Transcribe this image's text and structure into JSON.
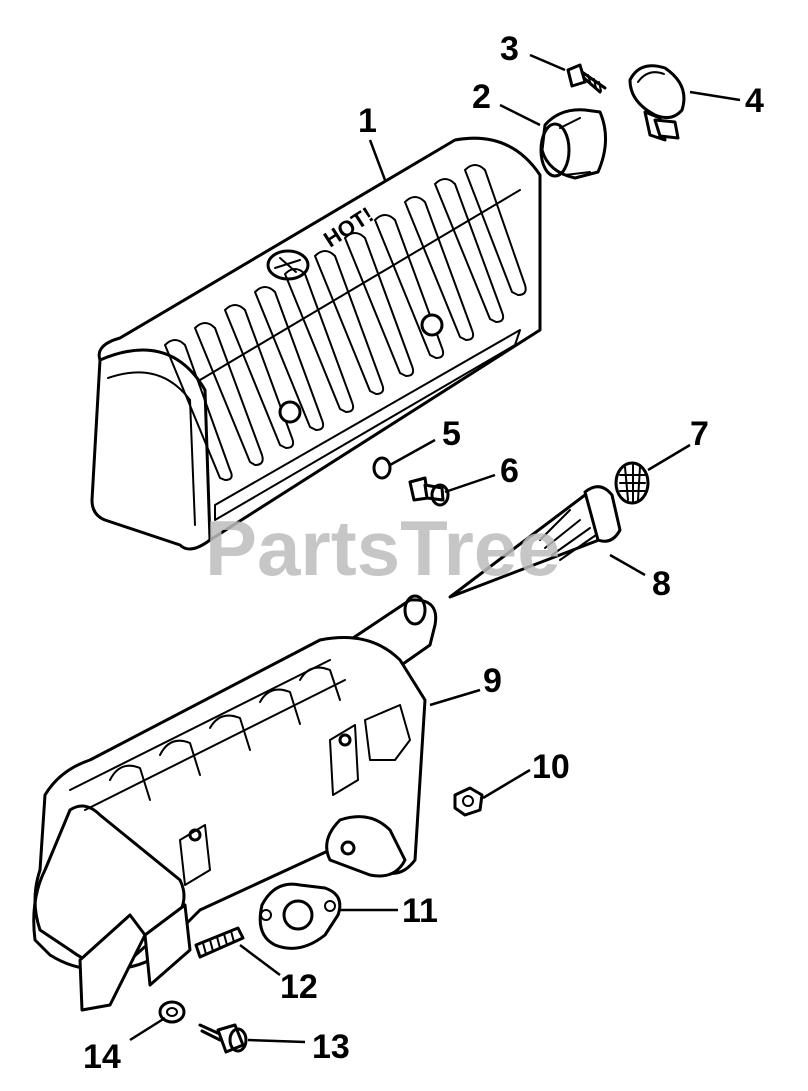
{
  "watermark": "PartsTree",
  "heat_shield_text": "HOT!",
  "callouts": {
    "c1": "1",
    "c2": "2",
    "c3": "3",
    "c4": "4",
    "c5": "5",
    "c6": "6",
    "c7": "7",
    "c8": "8",
    "c9": "9",
    "c10": "10",
    "c11": "11",
    "c12": "12",
    "c13": "13",
    "c14": "14"
  },
  "colors": {
    "ink": "#000000",
    "watermark": "#bdbdbd",
    "background": "#ffffff"
  }
}
